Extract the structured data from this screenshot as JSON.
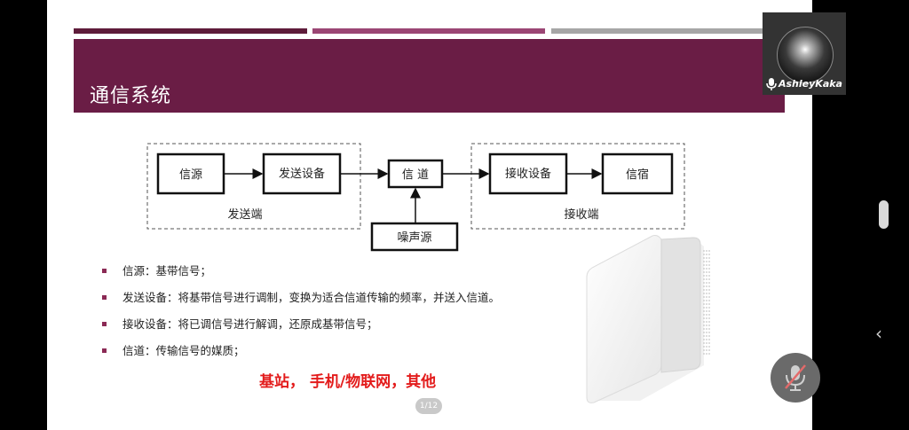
{
  "slide": {
    "title": "通信系统",
    "page_indicator": "1/12",
    "highlight": "基站， 手机/物联网，其他",
    "bullets": [
      "信源：基带信号；",
      "发送设备：将基带信号进行调制，变换为适合信道传输的频率，并送入信道。",
      "接收设备：将已调信号进行解调，还原成基带信号；",
      "信道：传输信号的媒质；"
    ]
  },
  "diagram": {
    "source": "信源",
    "transmitter": "发送设备",
    "channel": "信 道",
    "receiver": "接收设备",
    "sink": "信宿",
    "noise": "噪声源",
    "tx_group": "发送端",
    "rx_group": "接收端"
  },
  "camera": {
    "name": "AshleyKaka"
  },
  "icons": {
    "camera_mic": "microphone-icon",
    "mute": "microphone-muted-icon",
    "back": "chevron-left-icon"
  },
  "colors": {
    "title_band": "#6a1d45",
    "highlight": "#e31b1b",
    "bullet": "#8b2a55"
  }
}
